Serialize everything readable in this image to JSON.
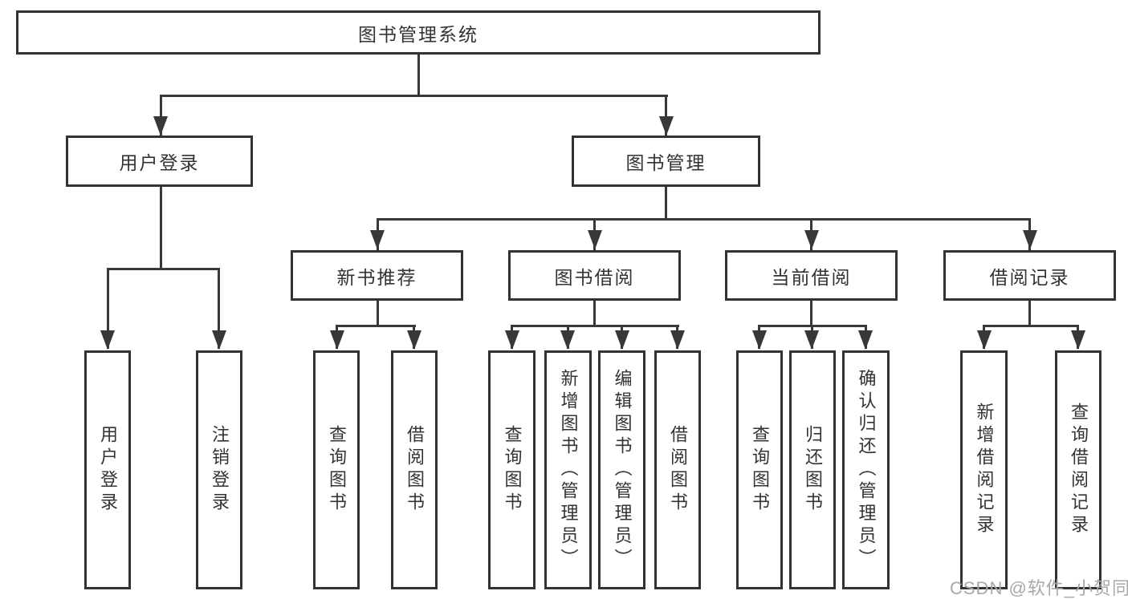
{
  "tree": {
    "root": "图书管理系统",
    "login": {
      "label": "用户登录",
      "children": [
        "用户登录",
        "注销登录"
      ]
    },
    "management": {
      "label": "图书管理",
      "sections": {
        "recommend": {
          "label": "新书推荐",
          "children": [
            "查询图书",
            "借阅图书"
          ]
        },
        "borrow": {
          "label": "图书借阅",
          "children": [
            "查询图书",
            "新增图书（管理员）",
            "编辑图书（管理员）",
            "借阅图书"
          ]
        },
        "current": {
          "label": "当前借阅",
          "children": [
            "查询图书",
            "归还图书",
            "确认归还（管理员）"
          ]
        },
        "records": {
          "label": "借阅记录",
          "children": [
            "新增借阅记录",
            "查询借阅记录"
          ]
        }
      }
    }
  },
  "watermark": "CSDN @软件_小贺同学",
  "colors": {
    "line": "#383838",
    "border": "#333333",
    "text": "#333333",
    "watermark": "#a8a8a8",
    "background": "#ffffff"
  }
}
